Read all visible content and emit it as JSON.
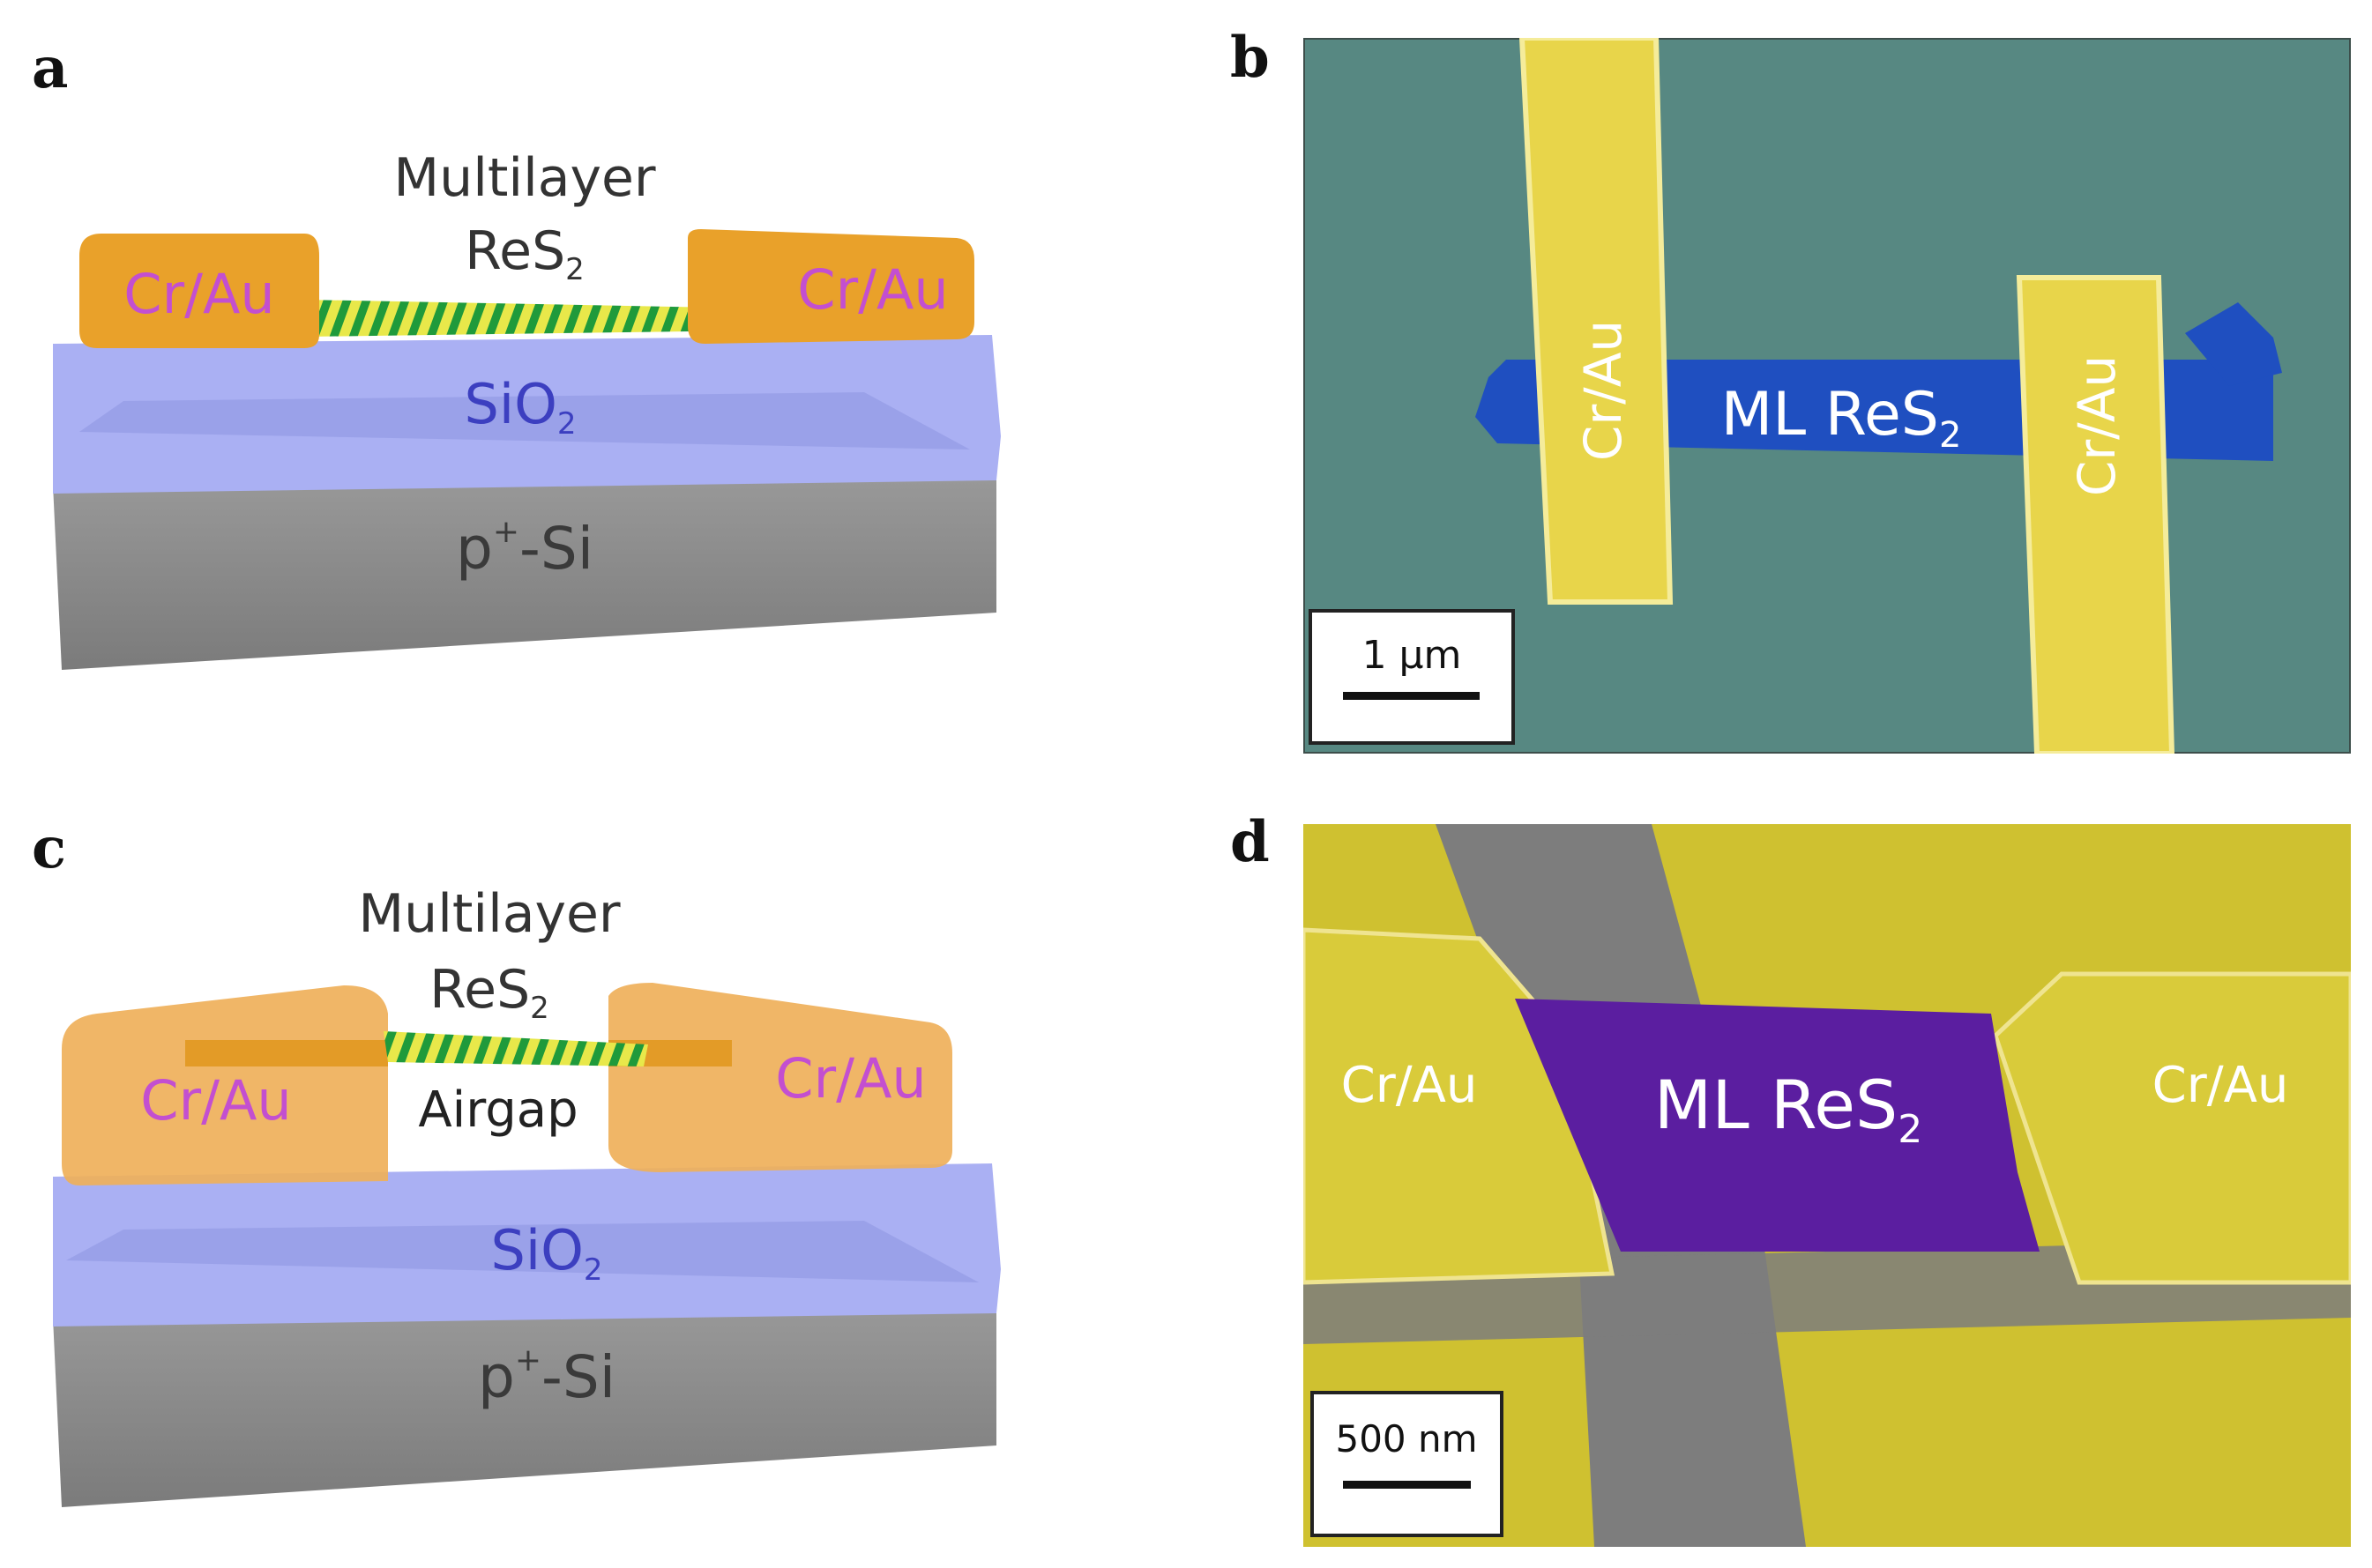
{
  "panels": {
    "a": {
      "letter": "a",
      "title_line1": "Multilayer",
      "title_line2_base": "ReS",
      "title_line2_sub": "2",
      "left_contact": "Cr/Au",
      "right_contact": "Cr/Au",
      "oxide_base": "SiO",
      "oxide_sub": "2",
      "substrate_base": "p",
      "substrate_sup": "+",
      "substrate_rest": "-Si"
    },
    "b": {
      "letter": "b",
      "left_electrode": "Cr/Au",
      "right_electrode": "Cr/Au",
      "flake_base": "ML ReS",
      "flake_sub": "2",
      "scale_bar": "1 μm"
    },
    "c": {
      "letter": "c",
      "title_line1": "Multilayer",
      "title_line2_base": "ReS",
      "title_line2_sub": "2",
      "left_contact": "Cr/Au",
      "right_contact": "Cr/Au",
      "gap_label": "Airgap",
      "oxide_base": "SiO",
      "oxide_sub": "2",
      "substrate_base": "p",
      "substrate_sup": "+",
      "substrate_rest": "-Si"
    },
    "d": {
      "letter": "d",
      "left_electrode": "Cr/Au",
      "right_electrode": "Cr/Au",
      "flake_base": "ML ReS",
      "flake_sub": "2",
      "scale_bar": "500 nm"
    }
  },
  "colors": {
    "contact_orange": "#e9a12a",
    "label_magenta": "#c34fd0",
    "oxide_blue": "#a7aef0",
    "oxide_text": "#3c3fc0",
    "substrate_gray": "#8e8e8e",
    "sem_teal": "#5b8d87",
    "sem_electrode_yellow": "#e8d54a",
    "sem_flake_blue": "#1f4fc0",
    "sem_flake_purple": "#5b1ea0",
    "sem_trench_gray": "#7d7d7d"
  }
}
